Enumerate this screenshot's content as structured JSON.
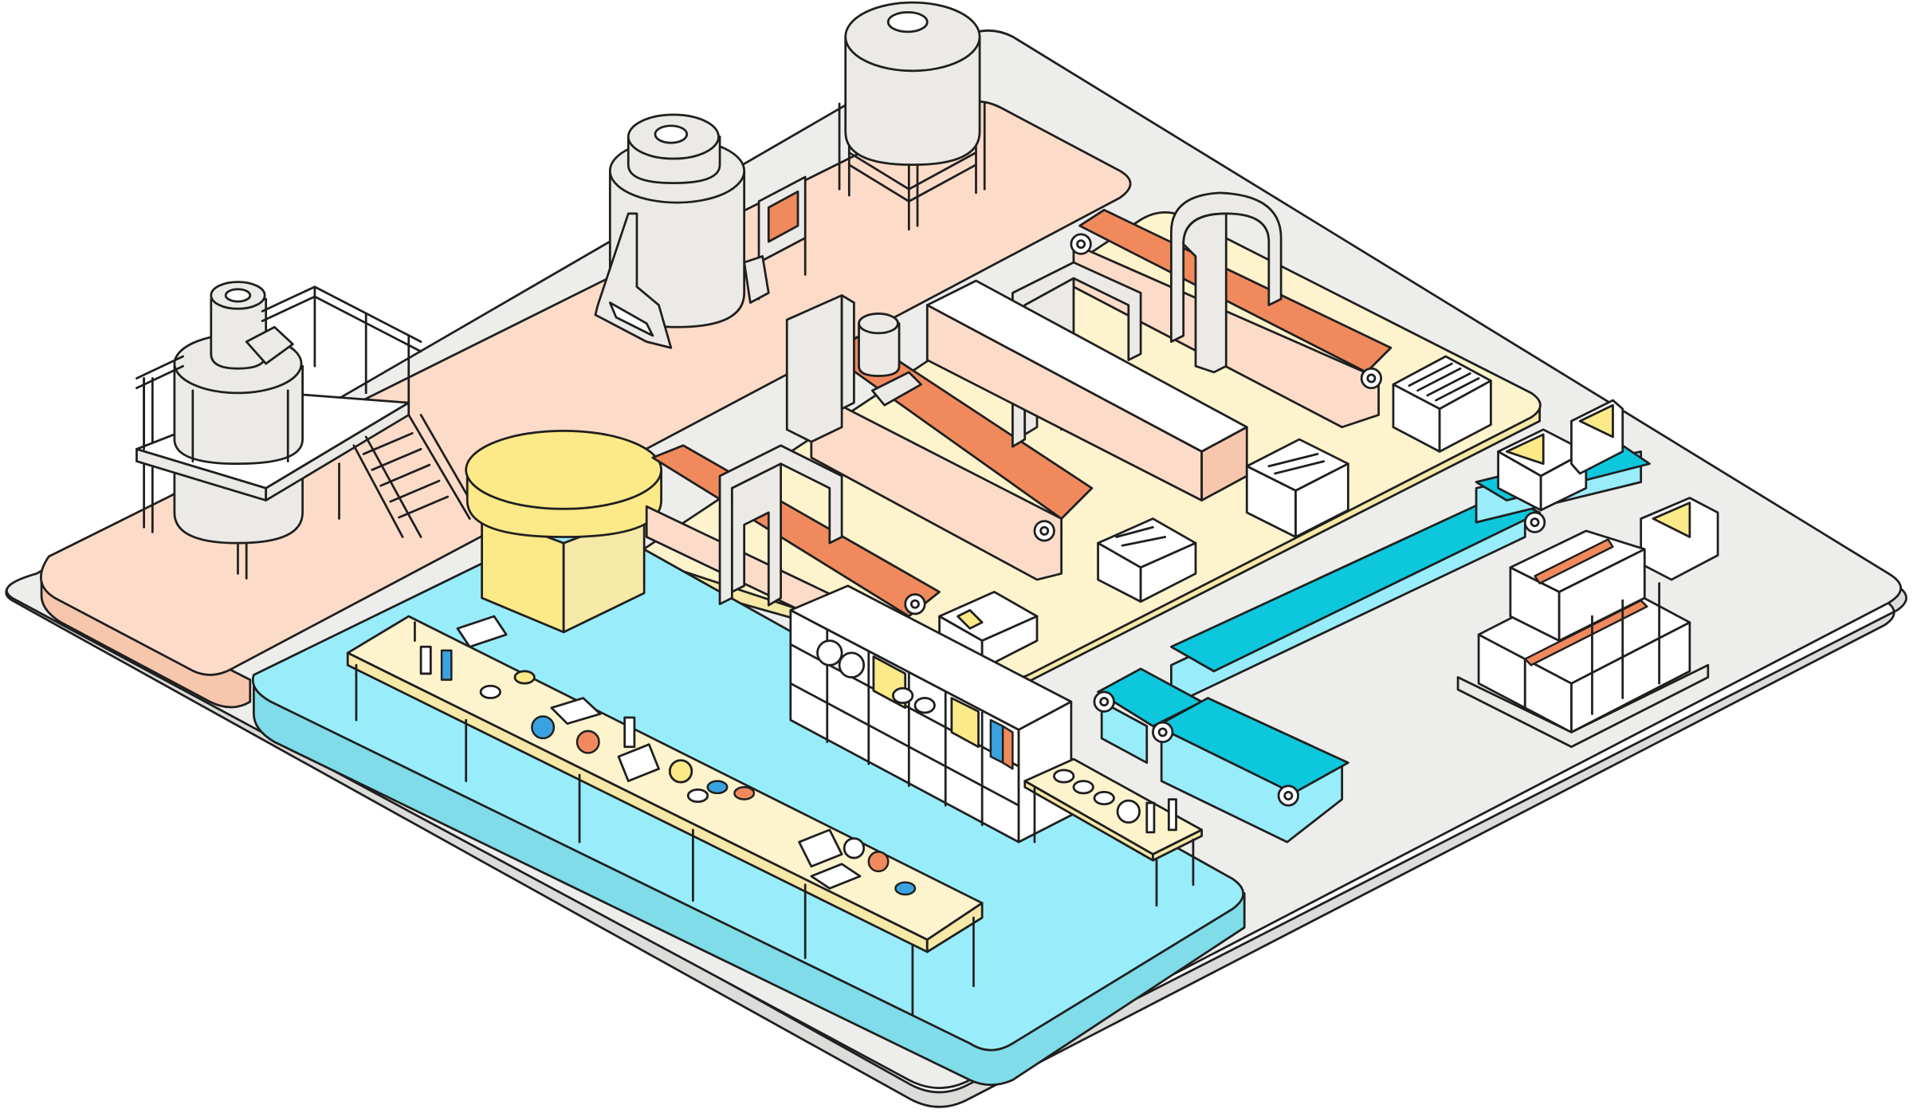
{
  "scene": {
    "subject": "isometric-factory-illustration",
    "zones": [
      {
        "id": "raw-material-zone",
        "color": "#fcdcc8"
      },
      {
        "id": "production-zone",
        "color": "#fdf4cd"
      },
      {
        "id": "laboratory-zone",
        "color": "#99edfa"
      },
      {
        "id": "packing-zone",
        "color": "#ededeb"
      }
    ],
    "palette": {
      "outline": "#1f1f1f",
      "metal": "#ebeae6",
      "belt_orange": "#f08a5d",
      "belt_cyan": "#0dc7dc",
      "yellow": "#fce987",
      "blue_liquid": "#3aa2e0",
      "orange_liquid": "#f08a5d",
      "yellow_liquid": "#fce987"
    },
    "equipment": [
      {
        "name": "mixer-tank-with-platform",
        "icon": "tank-icon"
      },
      {
        "name": "storage-silo",
        "icon": "silo-icon"
      },
      {
        "name": "reactor-tank",
        "icon": "tank-icon"
      },
      {
        "name": "yellow-round-mixer",
        "icon": "vat-icon"
      },
      {
        "name": "filling-conveyor",
        "icon": "conveyor-icon"
      },
      {
        "name": "scanner-gates",
        "icon": "gate-icon"
      },
      {
        "name": "lab-bench",
        "icon": "flask-icon"
      },
      {
        "name": "lab-shelf",
        "icon": "shelf-icon"
      },
      {
        "name": "cyan-conveyors",
        "icon": "conveyor-icon"
      },
      {
        "name": "pallet-of-boxes",
        "icon": "box-icon"
      }
    ]
  }
}
